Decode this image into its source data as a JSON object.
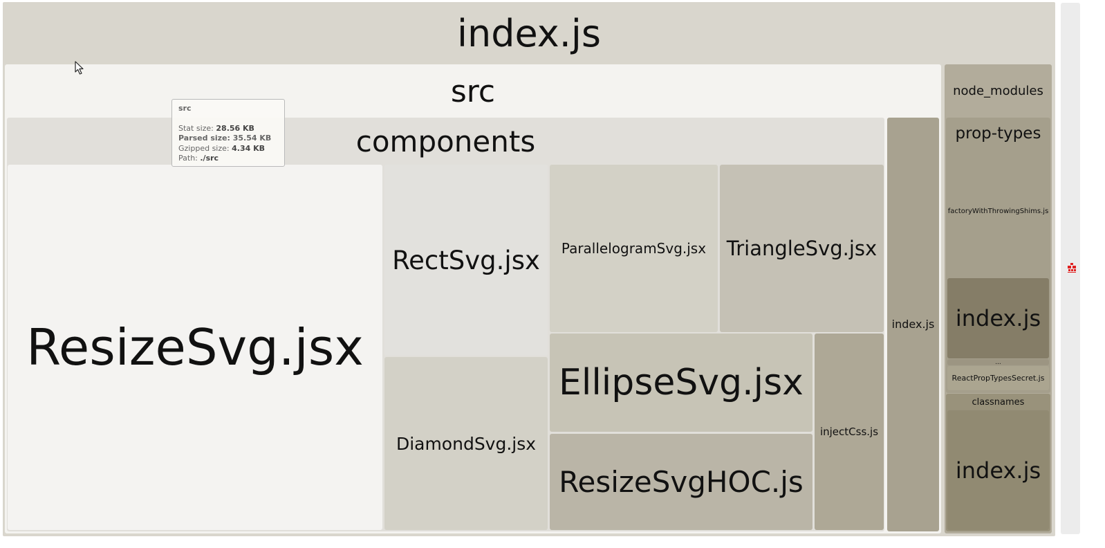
{
  "treemap": {
    "root": {
      "label": "index.js"
    },
    "src": {
      "label": "src",
      "components": {
        "label": "components",
        "files": {
          "resize": "ResizeSvg.jsx",
          "rect": "RectSvg.jsx",
          "diamond": "DiamondSvg.jsx",
          "parallelogram": "ParallelogramSvg.jsx",
          "triangle": "TriangleSvg.jsx",
          "ellipse": "EllipseSvg.jsx",
          "resizehoc": "ResizeSvgHOC.js",
          "injectcss": "injectCss.js"
        }
      },
      "index": "index.js"
    },
    "node_modules": {
      "label": "node_modules",
      "prop_types": {
        "label": "prop-types",
        "factory": "factoryWithThrowingShims.js",
        "index": "index.js",
        "more": "...",
        "secret": "ReactPropTypesSecret.js"
      },
      "classnames": {
        "label": "classnames",
        "index": "index.js"
      }
    }
  },
  "tooltip": {
    "title": "src",
    "stat_label": "Stat size:",
    "stat_value": "28.56 KB",
    "parsed_label": "Parsed size:",
    "parsed_value": "35.54 KB",
    "gzipped_label": "Gzipped size:",
    "gzipped_value": "4.34 KB",
    "path_label": "Path:",
    "path_value": "./src"
  },
  "icons": {
    "cursor": "mouse-pointer-icon",
    "sidebar": "sidebar-toggle-icon"
  },
  "colors": {
    "accent": "#e02020"
  }
}
